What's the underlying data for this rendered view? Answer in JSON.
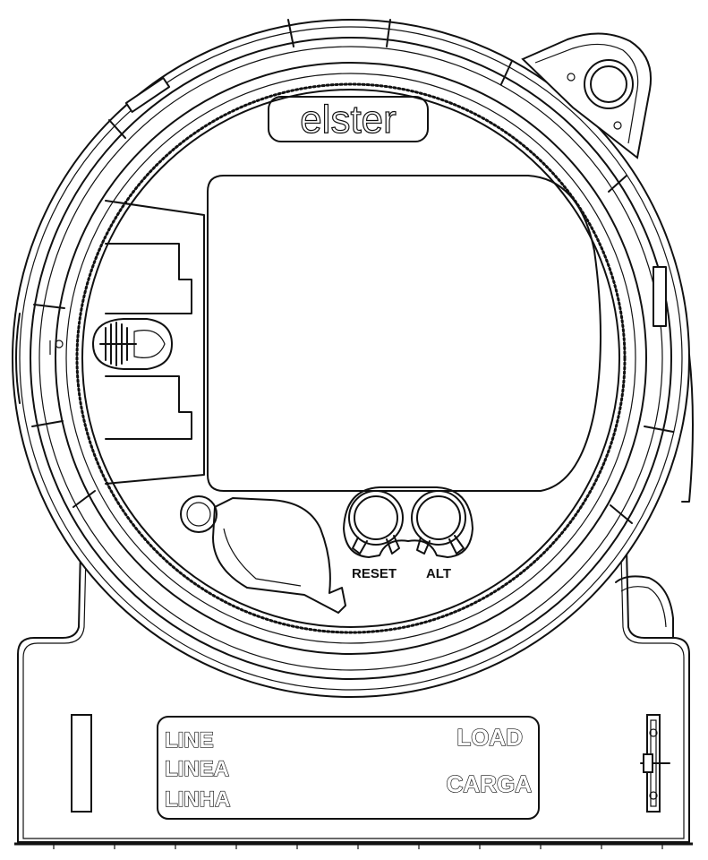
{
  "brand": "elster",
  "buttons": {
    "reset_label": "RESET",
    "alt_label": "ALT"
  },
  "terminal_panel": {
    "line_label_en": "LINE",
    "line_label_es": "LINEA",
    "line_label_pt": "LINHA",
    "load_label_en": "LOAD",
    "load_label_es": "CARGA"
  }
}
